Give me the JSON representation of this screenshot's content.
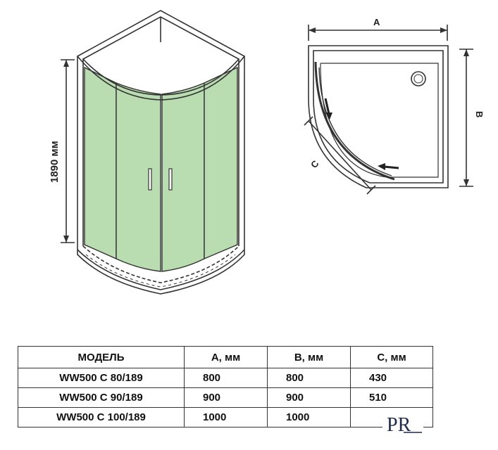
{
  "front_view": {
    "height_label": "1890 мм"
  },
  "plan_view": {
    "dim_a": "A",
    "dim_b": "B",
    "dim_c": "C"
  },
  "table": {
    "headers": [
      "МОДЕЛЬ",
      "A, мм",
      "B, мм",
      "C, мм"
    ],
    "rows": [
      [
        "WW500 C 80/189",
        "800",
        "800",
        "430"
      ],
      [
        "WW500 C 90/189",
        "900",
        "900",
        "510"
      ],
      [
        "WW500 C 100/189",
        "1000",
        "1000",
        ""
      ]
    ]
  },
  "logo": {
    "text": "PR",
    "color": "#1f2a4a"
  },
  "colors": {
    "glass": "#b9dcb0",
    "line": "#333333"
  }
}
